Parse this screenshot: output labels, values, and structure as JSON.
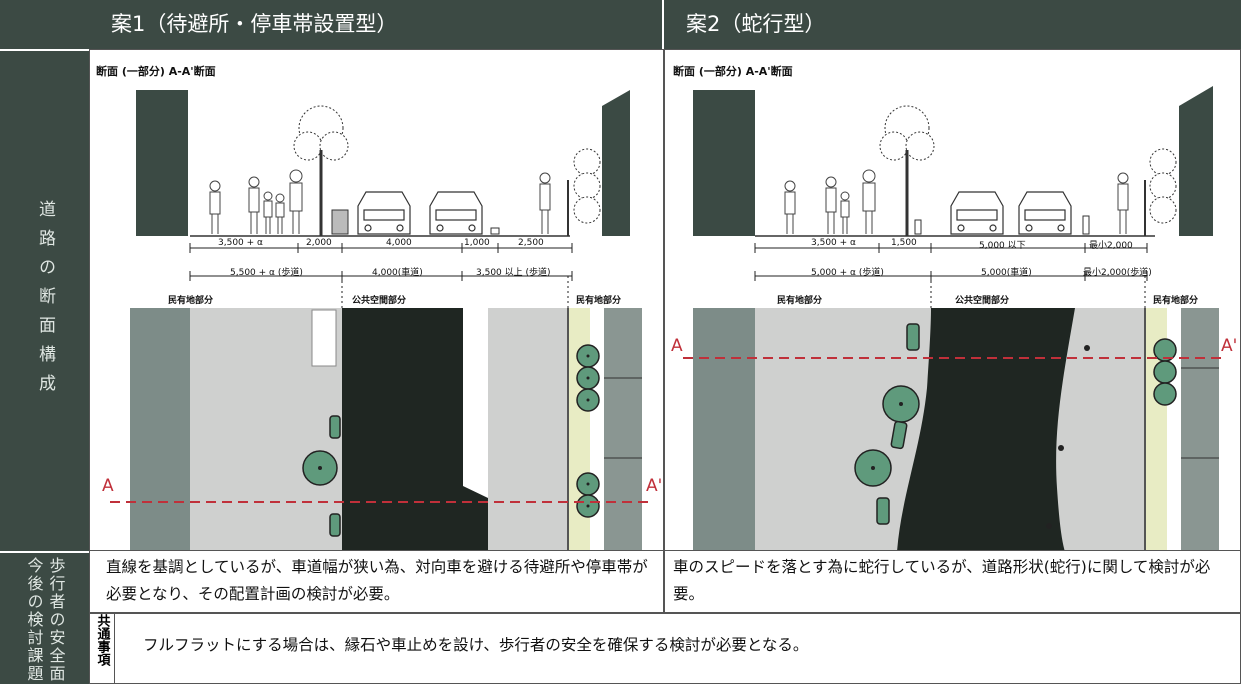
{
  "header": {
    "plan1_title": "案1（待避所・停車帯設置型）",
    "plan2_title": "案2（蛇行型）"
  },
  "side": {
    "road_section": "道路の断面構成",
    "issues": "今後の検討課題",
    "pedestrian_safety": "歩行者の安全面"
  },
  "plan1": {
    "section_title": "断面 (一部分) A-A'断面",
    "dims_row1": [
      "3,500 + α",
      "2,000",
      "4,000",
      "1,000",
      "2,500"
    ],
    "dims_row2": [
      "5,500 + α (歩道)",
      "4,000(車道)",
      "3,500 以上 (歩道)"
    ],
    "zones": [
      "民有地部分",
      "公共空間部分",
      "民有地部分"
    ],
    "marker_left": "A",
    "marker_right": "A'",
    "note": "直線を基調としているが、車道幅が狭い為、対向車を避ける待避所や停車帯が必要となり、その配置計画の検討が必要。"
  },
  "plan2": {
    "section_title": "断面 (一部分) A-A'断面",
    "dims_row1": [
      "3,500 + α",
      "1,500",
      "5,000 以下",
      "最小2,000"
    ],
    "dims_row2": [
      "5,000 + α (歩道)",
      "5,000(車道)",
      "最小2,000(歩道)"
    ],
    "zones": [
      "民有地部分",
      "公共空間部分",
      "民有地部分"
    ],
    "marker_left": "A",
    "marker_right": "A'",
    "note": "車のスピードを落とす為に蛇行しているが、道路形状(蛇行)に関して検討が必要。"
  },
  "common": {
    "label": "共通事項",
    "text": "フルフラットにする場合は、縁石や車止めを設け、歩行者の安全を確保する検討が必要となる。"
  },
  "colors": {
    "header_bg": "#3c4a44",
    "road": "#1f2622",
    "tree": "#5f9a7c",
    "dashed_line": "#c0303a",
    "sidewalk": "#cfd0cf",
    "green_strip": "#e8ecc4"
  }
}
